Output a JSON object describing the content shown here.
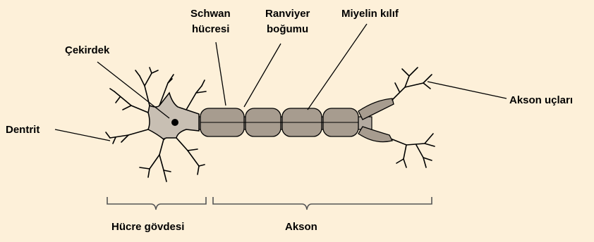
{
  "labels": {
    "schwan_line1": "Schwan",
    "schwan_line2": "hücresi",
    "ranvier_line1": "Ranviyer",
    "ranvier_line2": "boğumu",
    "myelin": "Miyelin kılıf",
    "nucleus": "Çekirdek",
    "dendrite": "Dentrit",
    "axon_terminals": "Akson uçları",
    "cell_body": "Hücre gövdesi",
    "axon": "Akson"
  },
  "colors": {
    "background": "#fdf0d9",
    "cell_body": "#c8bfb3",
    "myelin": "#a79c8f",
    "axon_core": "#b3aaa0",
    "nucleus": "#000000"
  }
}
